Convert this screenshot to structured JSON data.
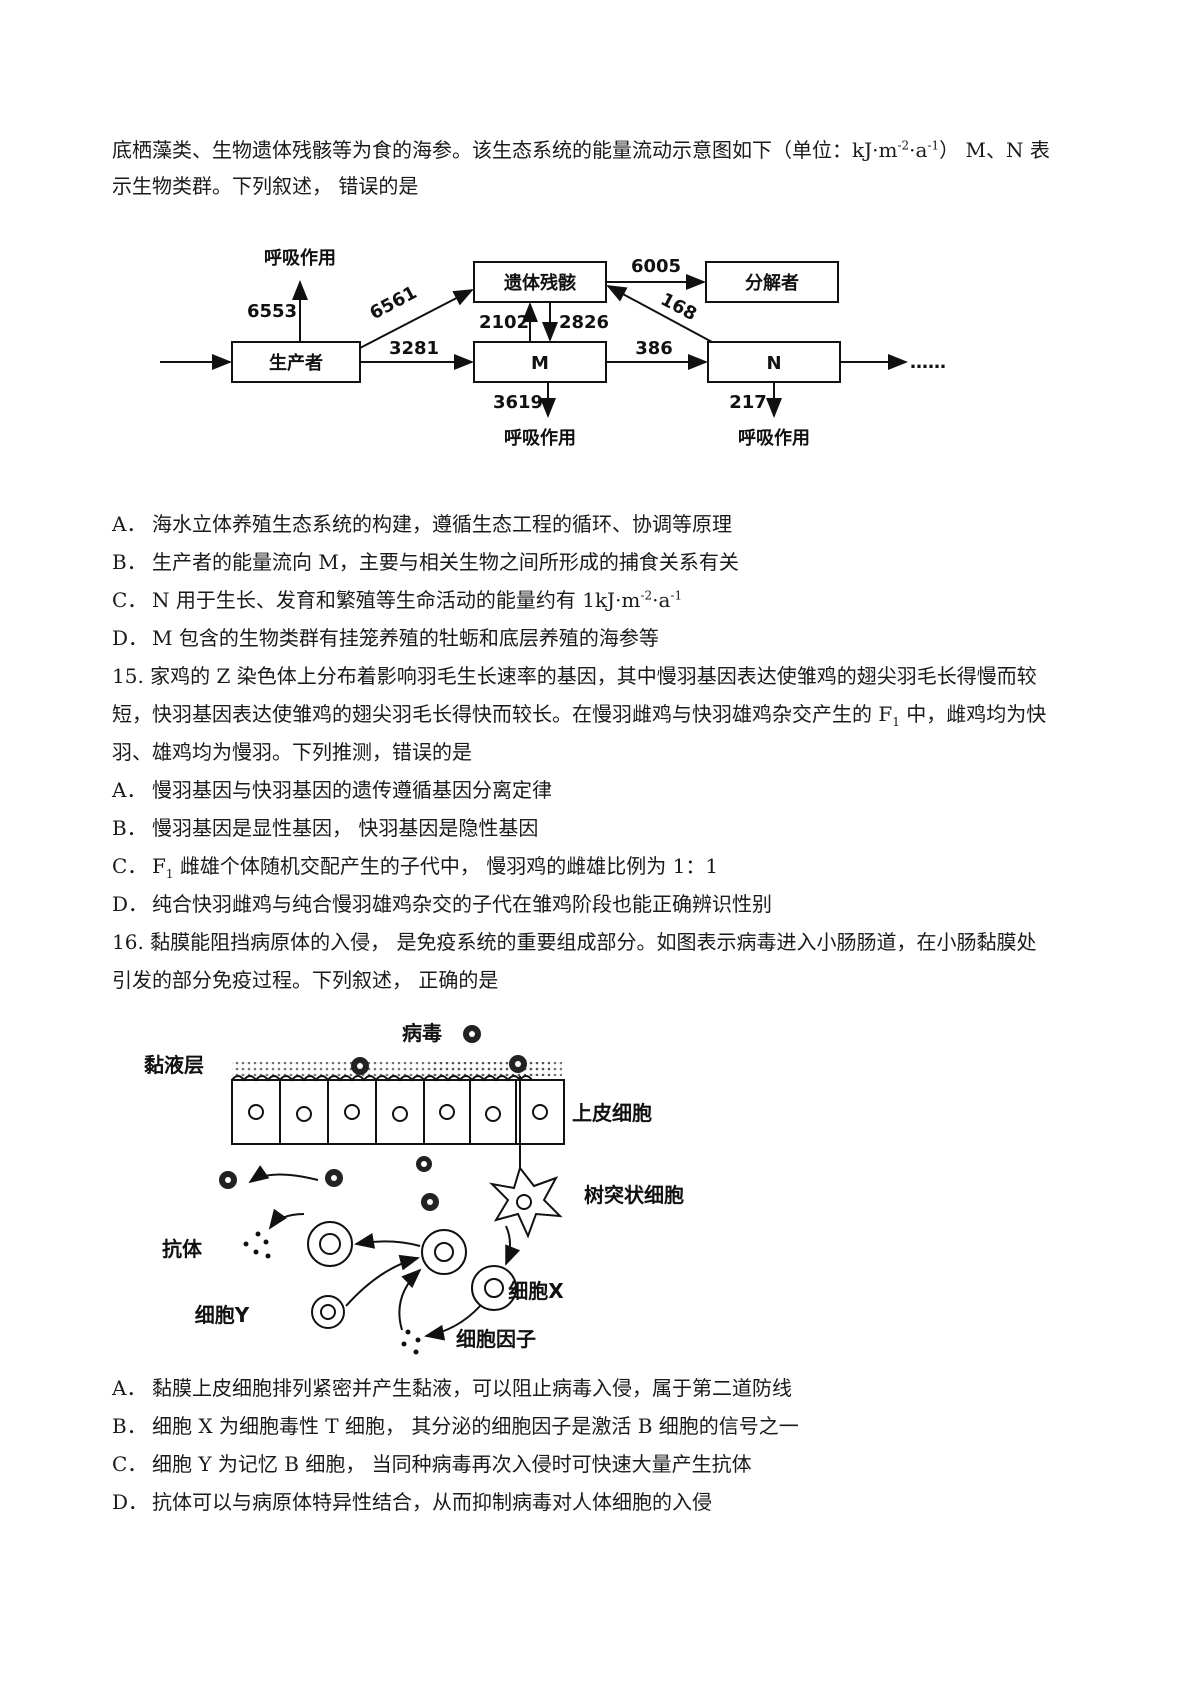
{
  "q14": {
    "intro_line1": "底栖藻类、生物遗体残骸等为食的海参。该生态系统的能量流动示意图如下（单位：kJ·m",
    "intro_sup1": "-2",
    "intro_mid": "·a",
    "intro_sup2": "-1",
    "intro_end": "）  M、N 表",
    "intro_line2": "示生物类群。下列叙述， 错误的是",
    "diagram": {
      "producer": "生产者",
      "detritus": "遗体残骸",
      "decomposer": "分解者",
      "M": "M",
      "N": "N",
      "respiration": "呼吸作用",
      "v_producer_resp": "6553",
      "v_producer_detritus": "6561",
      "v_detritus_decomposer": "6005",
      "v_M_detritus": "2102",
      "v_detritus_M": "2826",
      "v_N_detritus": "168",
      "v_producer_M": "3281",
      "v_M_N": "386",
      "v_M_resp": "3619",
      "v_N_resp": "217",
      "ellipsis": "……"
    },
    "options": [
      {
        "letter": "A．",
        "text": "海水立体养殖生态系统的构建，遵循生态工程的循环、协调等原理"
      },
      {
        "letter": "B．",
        "text": "生产者的能量流向 M，主要与相关生物之间所形成的捕食关系有关"
      },
      {
        "letter": "C．",
        "text_pre": "N 用于生长、发育和繁殖等生命活动的能量约有 1kJ·m",
        "sup1": "-2",
        "mid": "·a",
        "sup2": "-1"
      },
      {
        "letter": "D．",
        "text": "M 包含的生物类群有挂笼养殖的牡蛎和底层养殖的海参等"
      }
    ]
  },
  "q15": {
    "line1": "15. 家鸡的 Z 染色体上分布着影响羽毛生长速率的基因，其中慢羽基因表达使雏鸡的翅尖羽毛长得慢而较",
    "line2": "短，快羽基因表达使雏鸡的翅尖羽毛长得快而较长。在慢羽雌鸡与快羽雄鸡杂交产生的 F",
    "line2_sub": "1",
    "line2_end": " 中，雌鸡均为快",
    "line3": "羽、雄鸡均为慢羽。下列推测，错误的是",
    "options": [
      {
        "letter": "A．",
        "text": "慢羽基因与快羽基因的遗传遵循基因分离定律"
      },
      {
        "letter": "B．",
        "text": "慢羽基因是显性基因， 快羽基因是隐性基因"
      },
      {
        "letter": "C．",
        "text_pre": "F",
        "sub": "1",
        "text_post": " 雌雄个体随机交配产生的子代中， 慢羽鸡的雌雄比例为 1：1"
      },
      {
        "letter": "D．",
        "text": "纯合快羽雌鸡与纯合慢羽雄鸡杂交的子代在雏鸡阶段也能正确辨识性别"
      }
    ]
  },
  "q16": {
    "line1": "16. 黏膜能阻挡病原体的入侵， 是免疫系统的重要组成部分。如图表示病毒进入小肠肠道，在小肠黏膜处",
    "line2": "引发的部分免疫过程。下列叙述， 正确的是",
    "diagram": {
      "virus": "病毒",
      "mucus": "黏液层",
      "epithelial": "上皮细胞",
      "dendritic": "树突状细胞",
      "antibody": "抗体",
      "cellX": "细胞X",
      "cellY": "细胞Y",
      "cytokine": "细胞因子"
    },
    "options": [
      {
        "letter": "A．",
        "text": "黏膜上皮细胞排列紧密并产生黏液，可以阻止病毒入侵，属于第二道防线"
      },
      {
        "letter": "B．",
        "text": "细胞 X 为细胞毒性 T 细胞， 其分泌的细胞因子是激活 B 细胞的信号之一"
      },
      {
        "letter": "C．",
        "text": "细胞 Y 为记忆 B 细胞， 当同种病毒再次入侵时可快速大量产生抗体"
      },
      {
        "letter": "D．",
        "text": "抗体可以与病原体特异性结合，从而抑制病毒对人体细胞的入侵"
      }
    ]
  }
}
